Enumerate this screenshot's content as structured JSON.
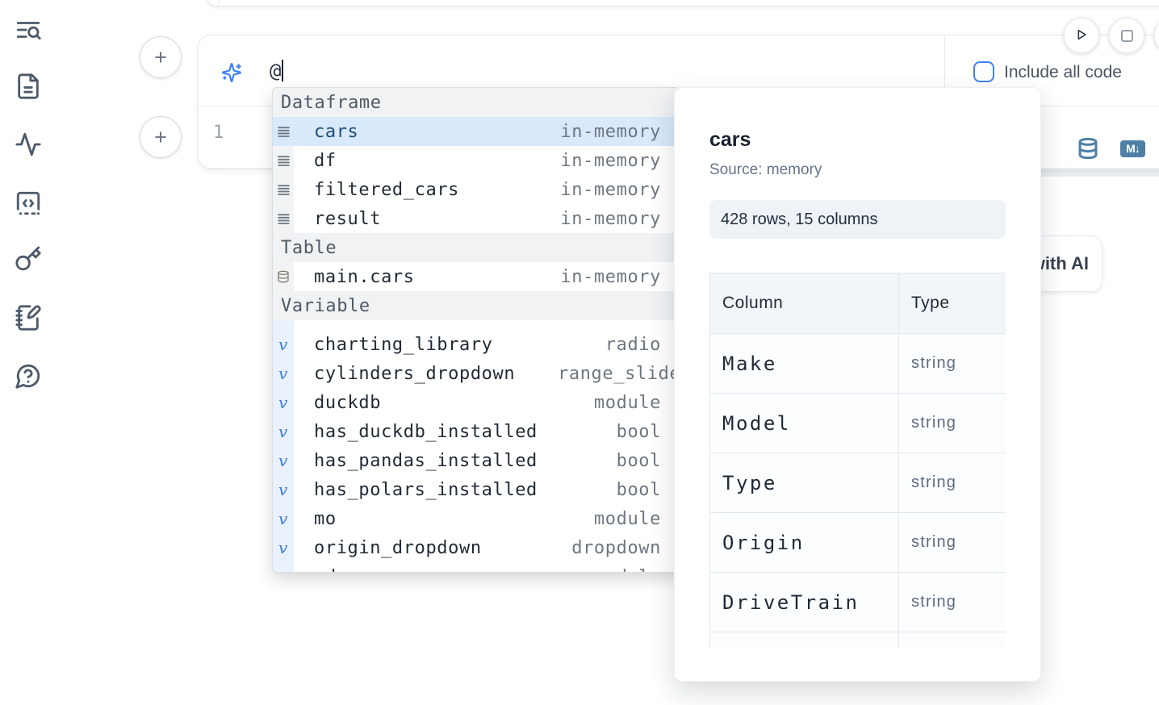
{
  "sidebar": {
    "icons": [
      "file-search-icon",
      "document-icon",
      "activity-icon",
      "code-cell-icon",
      "key-icon",
      "notebook-pen-icon",
      "help-chat-icon"
    ]
  },
  "toolbar": {
    "run_icon": "play-icon",
    "stop_icon": "stop-icon"
  },
  "ai_prompt": {
    "value": "@",
    "sparkles_icon": "sparkles-icon",
    "include_all_code_label": "Include all code",
    "checkbox_checked": false
  },
  "cell": {
    "line_number": "1",
    "database_icon": "database-icon",
    "markdown_badge_label": "M↓"
  },
  "ai_button": {
    "label": "with AI"
  },
  "completion": {
    "sections": [
      {
        "label": "Dataframe",
        "kind": "dataframe",
        "items": [
          {
            "name": "cars",
            "detail": "in-memory",
            "selected": true
          },
          {
            "name": "df",
            "detail": "in-memory"
          },
          {
            "name": "filtered_cars",
            "detail": "in-memory"
          },
          {
            "name": "result",
            "detail": "in-memory"
          }
        ]
      },
      {
        "label": "Table",
        "kind": "table",
        "items": [
          {
            "name": "main.cars",
            "detail": "in-memory"
          }
        ]
      },
      {
        "label": "Variable",
        "kind": "variable",
        "items": [
          {
            "name": "charting_library",
            "detail": "radio"
          },
          {
            "name": "cylinders_dropdown",
            "detail": "range_slider",
            "clip": true
          },
          {
            "name": "duckdb",
            "detail": "module"
          },
          {
            "name": "has_duckdb_installed",
            "detail": "bool"
          },
          {
            "name": "has_pandas_installed",
            "detail": "bool"
          },
          {
            "name": "has_polars_installed",
            "detail": "bool"
          },
          {
            "name": "mo",
            "detail": "module"
          },
          {
            "name": "origin_dropdown",
            "detail": "dropdown"
          },
          {
            "name": "pd",
            "detail": "module"
          }
        ]
      }
    ]
  },
  "panel": {
    "title": "cars",
    "source": "Source: memory",
    "shape": "428 rows, 15 columns",
    "table": {
      "headers": [
        "Column",
        "Type"
      ],
      "rows": [
        [
          "Make",
          "string"
        ],
        [
          "Model",
          "string"
        ],
        [
          "Type",
          "string"
        ],
        [
          "Origin",
          "string"
        ],
        [
          "DriveTrain",
          "string"
        ]
      ]
    }
  },
  "colors": {
    "accent_blue": "#3b82f6",
    "selection_highlight": "#d8e9fb",
    "steel_blue_icon": "#4e80a6",
    "checkbox_border": "#3d82f4"
  }
}
